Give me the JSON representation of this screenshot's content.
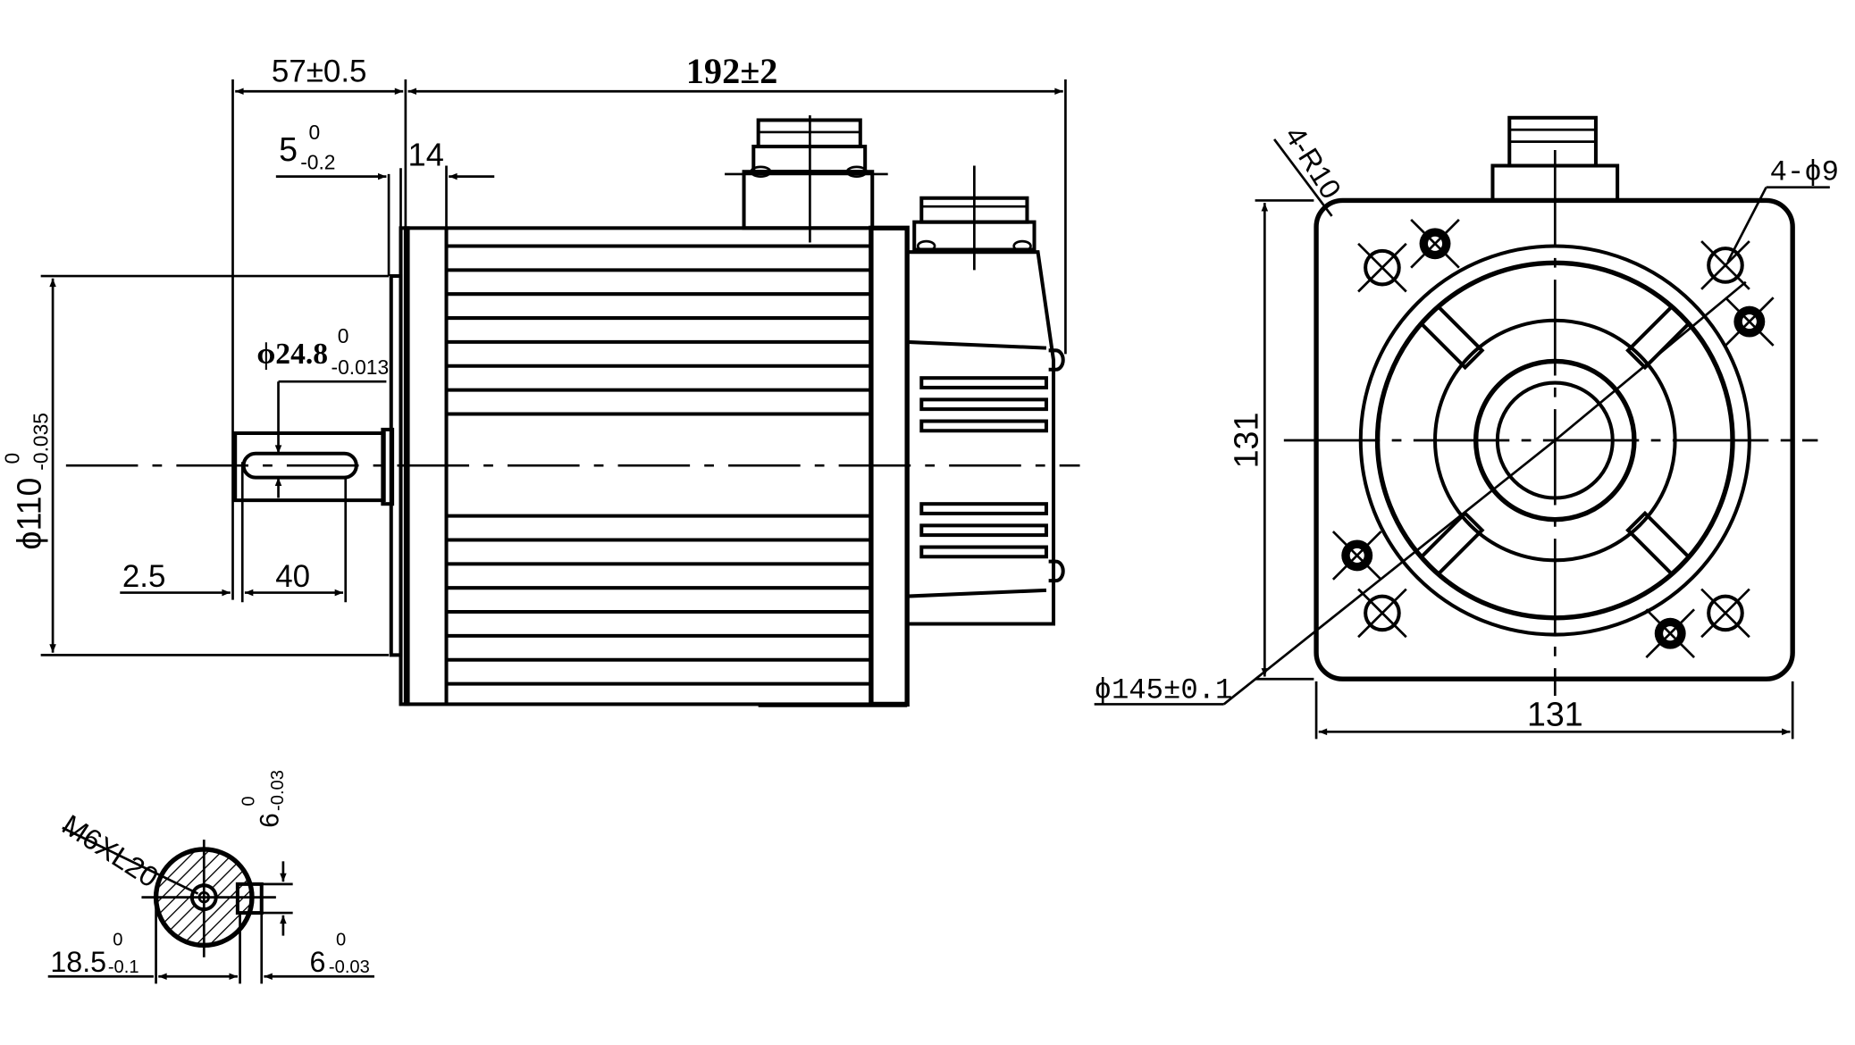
{
  "dimensions": {
    "flange_length": "57±0.5",
    "total_length": "192±2",
    "rabbet_depth_base": "5",
    "rabbet_depth_sup": "0",
    "rabbet_depth_sub": "-0.2",
    "flange_thickness": "14",
    "pilot_dia_base": "ϕ110",
    "pilot_dia_sup": "0",
    "pilot_dia_sub": "-0.035",
    "shaft_dia_base": "ϕ24.8",
    "shaft_dia_sup": "0",
    "shaft_dia_sub": "-0.013",
    "shaft_offset": "2.5",
    "key_length": "40",
    "bolt_radius": "4-R10",
    "hole_dia": "4-ϕ9",
    "flange_height": "131",
    "flange_width": "131",
    "pcd": "ϕ145±0.1",
    "tap_thread": "M6XL20",
    "key_width_base": "6",
    "key_width_sup": "0",
    "key_width_sub": "-0.03",
    "key_height_base": "18.5",
    "key_height_sup": "0",
    "key_height_sub": "-0.1",
    "key_depth_base": "6",
    "key_depth_sup": "0",
    "key_depth_sub": "-0.03"
  }
}
